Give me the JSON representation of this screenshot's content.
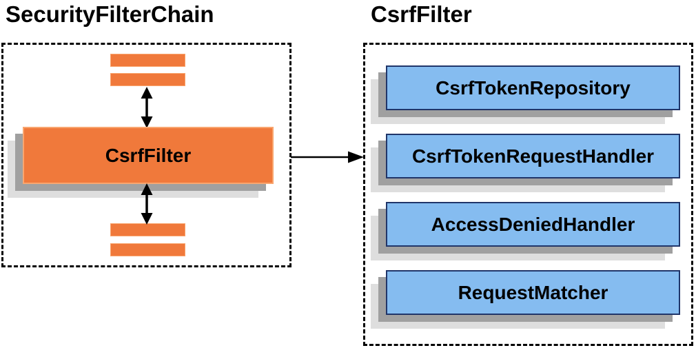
{
  "diagram": {
    "left": {
      "title": "SecurityFilterChain",
      "filter_box_label": "CsrfFilter"
    },
    "right": {
      "title": "CsrfFilter",
      "components": [
        "CsrfTokenRepository",
        "CsrfTokenRequestHandler",
        "AccessDeniedHandler",
        "RequestMatcher"
      ]
    },
    "colors": {
      "orange_fill": "#F0793B",
      "orange_border": "#F9A66F",
      "blue_fill": "#85BCF0",
      "blue_border": "#203569",
      "shadow_dark": "#A0A0A0",
      "shadow_light": "#DEDEDE",
      "arrow": "#000000",
      "dashed": "#000000",
      "text": "#000000"
    }
  }
}
